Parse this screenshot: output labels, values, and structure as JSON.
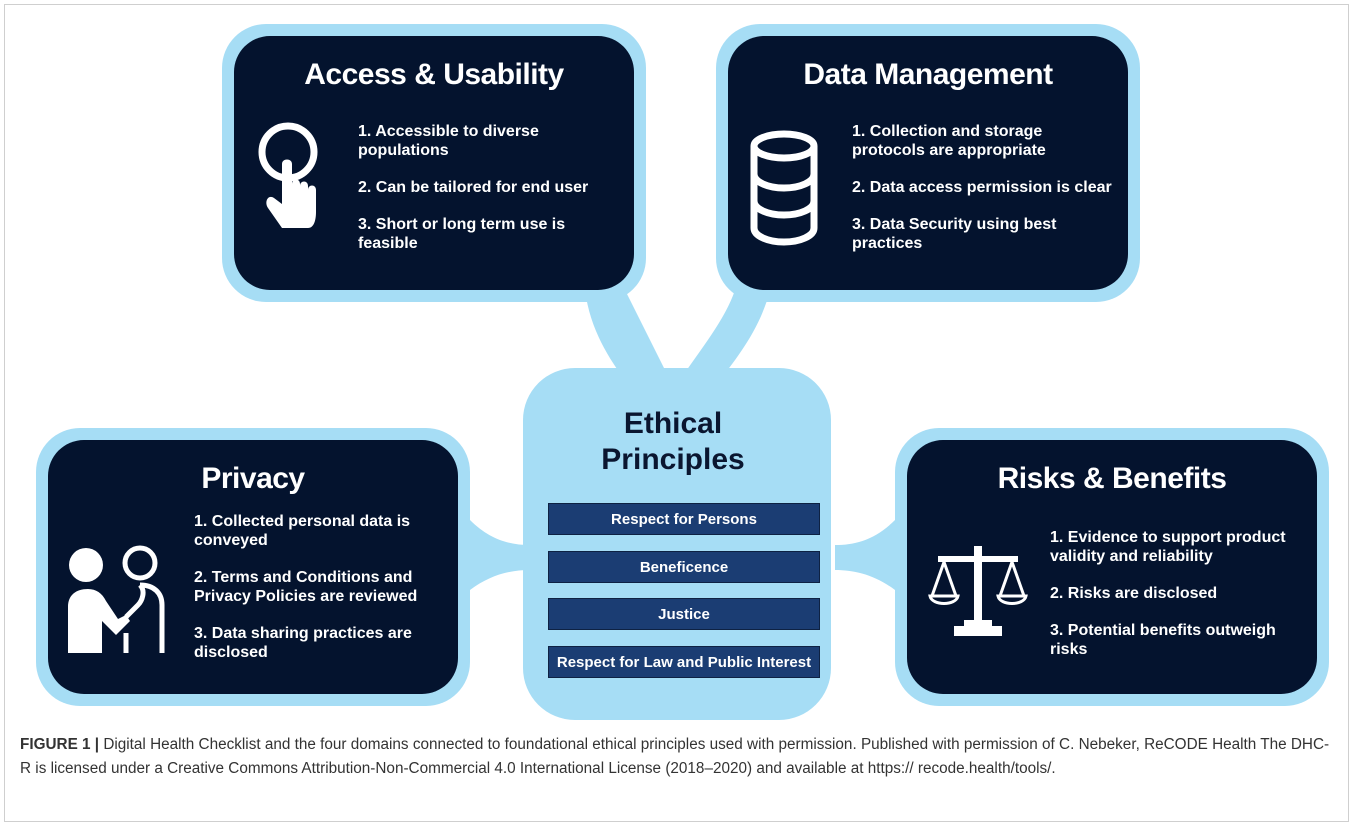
{
  "domains": {
    "access": {
      "title": "Access & Usability",
      "items": [
        "1. Accessible to diverse populations",
        "2. Can be tailored for end user",
        "3. Short or long term use is feasible"
      ]
    },
    "data": {
      "title": "Data Management",
      "items": [
        "1. Collection and storage protocols are appropriate",
        "2. Data access permission is clear",
        "3. Data Security using best practices"
      ]
    },
    "privacy": {
      "title": "Privacy",
      "items": [
        "1. Collected personal data is conveyed",
        "2. Terms and Conditions and Privacy Policies are reviewed",
        "3. Data sharing practices are disclosed"
      ]
    },
    "risks": {
      "title": "Risks & Benefits",
      "items": [
        "1. Evidence to support product validity and reliability",
        "2. Risks are disclosed",
        "3. Potential benefits outweigh risks"
      ]
    }
  },
  "center": {
    "title_line1": "Ethical",
    "title_line2": "Principles",
    "principles": [
      "Respect for Persons",
      "Beneficence",
      "Justice",
      "Respect for Law and Public Interest"
    ]
  },
  "caption": {
    "label": "FIGURE 1 |",
    "text": " Digital Health Checklist and the four domains connected to foundational ethical principles used with permission. Published with permission of C. Nebeker, ReCODE Health The DHC-R is licensed under a Creative Commons Attribution-Non-Commercial 4.0 International License (2018–2020) and available at https:// recode.health/tools/."
  },
  "colors": {
    "box_fill": "#04132e",
    "halo": "#a6ddf5",
    "pill": "#1b3d73",
    "caption_label": "#0b6fa4"
  },
  "icons": [
    "touch-icon",
    "database-icon",
    "handshake-icon",
    "scale-icon"
  ]
}
